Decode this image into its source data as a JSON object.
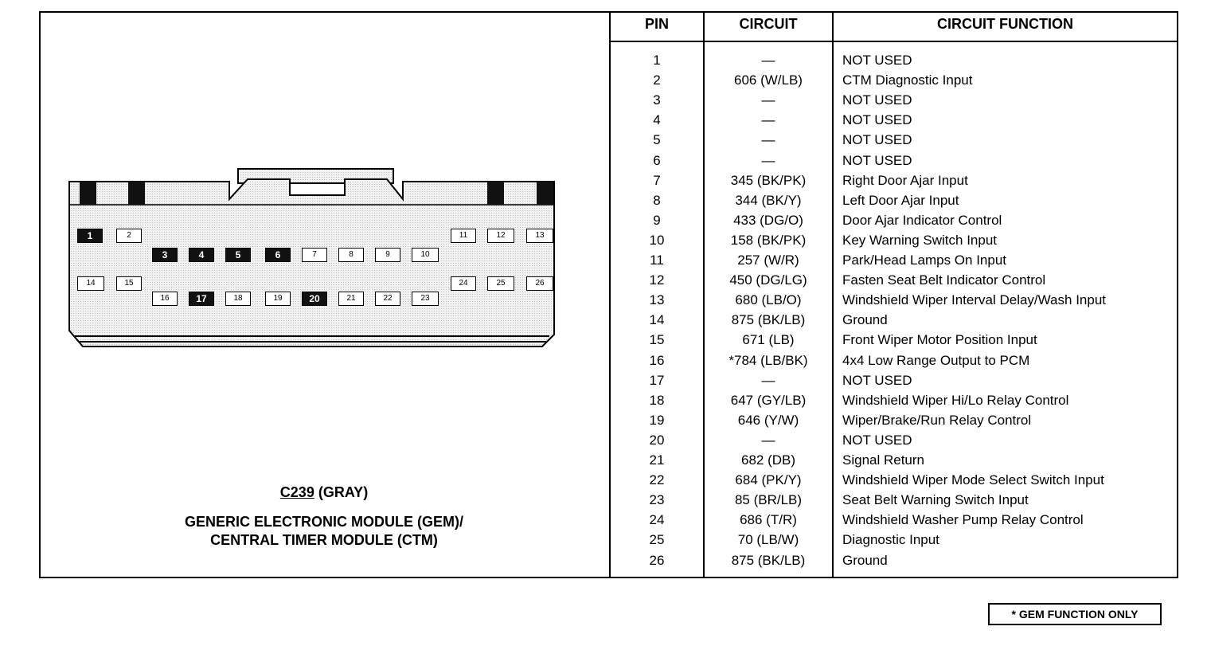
{
  "table": {
    "headers": {
      "pin": "PIN",
      "circuit": "CIRCUIT",
      "function": "CIRCUIT FUNCTION"
    },
    "rows": [
      {
        "pin": "1",
        "circuit": "—",
        "function": "NOT USED"
      },
      {
        "pin": "2",
        "circuit": "606 (W/LB)",
        "function": "CTM Diagnostic Input"
      },
      {
        "pin": "3",
        "circuit": "—",
        "function": "NOT USED"
      },
      {
        "pin": "4",
        "circuit": "—",
        "function": "NOT USED"
      },
      {
        "pin": "5",
        "circuit": "—",
        "function": "NOT USED"
      },
      {
        "pin": "6",
        "circuit": "—",
        "function": "NOT USED"
      },
      {
        "pin": "7",
        "circuit": "345 (BK/PK)",
        "function": "Right Door Ajar Input"
      },
      {
        "pin": "8",
        "circuit": "344 (BK/Y)",
        "function": "Left Door Ajar Input"
      },
      {
        "pin": "9",
        "circuit": "433 (DG/O)",
        "function": "Door Ajar Indicator Control"
      },
      {
        "pin": "10",
        "circuit": "158 (BK/PK)",
        "function": "Key Warning Switch Input"
      },
      {
        "pin": "11",
        "circuit": "257 (W/R)",
        "function": "Park/Head Lamps On Input"
      },
      {
        "pin": "12",
        "circuit": "450 (DG/LG)",
        "function": "Fasten Seat Belt Indicator Control"
      },
      {
        "pin": "13",
        "circuit": "680 (LB/O)",
        "function": "Windshield Wiper Interval Delay/Wash Input"
      },
      {
        "pin": "14",
        "circuit": "875 (BK/LB)",
        "function": "Ground"
      },
      {
        "pin": "15",
        "circuit": "671 (LB)",
        "function": "Front Wiper Motor Position Input"
      },
      {
        "pin": "16",
        "circuit": "*784 (LB/BK)",
        "function": "4x4 Low Range Output to PCM"
      },
      {
        "pin": "17",
        "circuit": "—",
        "function": "NOT USED"
      },
      {
        "pin": "18",
        "circuit": "647 (GY/LB)",
        "function": "Windshield Wiper Hi/Lo Relay Control"
      },
      {
        "pin": "19",
        "circuit": "646 (Y/W)",
        "function": "Wiper/Brake/Run Relay Control"
      },
      {
        "pin": "20",
        "circuit": "—",
        "function": "NOT USED"
      },
      {
        "pin": "21",
        "circuit": "682 (DB)",
        "function": "Signal Return"
      },
      {
        "pin": "22",
        "circuit": "684 (PK/Y)",
        "function": "Windshield Wiper Mode Select Switch Input"
      },
      {
        "pin": "23",
        "circuit": "85 (BR/LB)",
        "function": "Seat Belt Warning Switch Input"
      },
      {
        "pin": "24",
        "circuit": "686 (T/R)",
        "function": "Windshield Washer Pump Relay Control"
      },
      {
        "pin": "25",
        "circuit": "70 (LB/W)",
        "function": "Diagnostic Input"
      },
      {
        "pin": "26",
        "circuit": "875 (BK/LB)",
        "function": "Ground"
      }
    ]
  },
  "connector": {
    "id": "C239",
    "color_label": "(GRAY)",
    "title_line1": "GENERIC ELECTRONIC MODULE (GEM)/",
    "title_line2": "CENTRAL TIMER MODULE (CTM)",
    "filled_pins": [
      "1",
      "3",
      "4",
      "5",
      "6",
      "17",
      "20"
    ],
    "pins": [
      "1",
      "2",
      "3",
      "4",
      "5",
      "6",
      "7",
      "8",
      "9",
      "10",
      "11",
      "12",
      "13",
      "14",
      "15",
      "16",
      "17",
      "18",
      "19",
      "20",
      "21",
      "22",
      "23",
      "24",
      "25",
      "26"
    ]
  },
  "footnote": "* GEM FUNCTION ONLY"
}
